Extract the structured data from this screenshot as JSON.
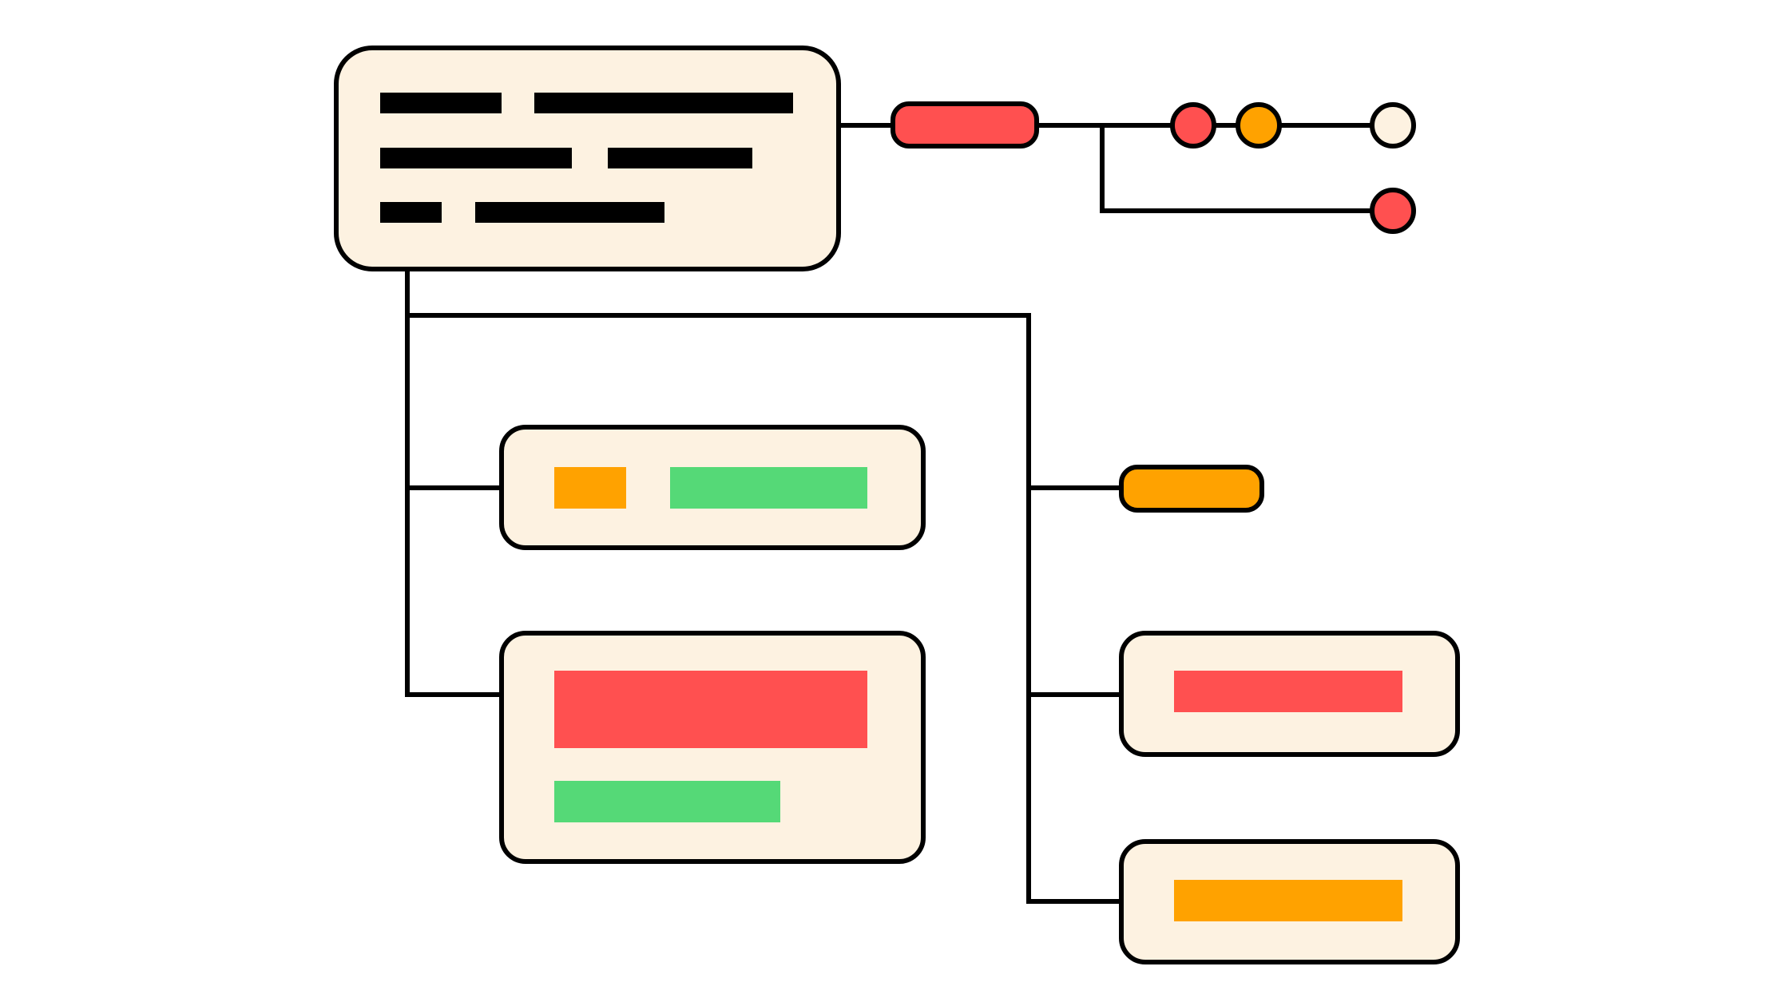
{
  "colors": {
    "outline": "#000000",
    "card_fill": "#FDF2E1",
    "red": "#FF5050",
    "orange": "#FFA200",
    "green": "#55D977",
    "placeholder_text": "#000000",
    "background": "#FFFFFF"
  },
  "diagram": {
    "description_text": "",
    "root_card": {
      "lines": [
        {
          "segments": [
            "placeholder",
            "placeholder"
          ]
        },
        {
          "segments": [
            "placeholder",
            "placeholder"
          ]
        },
        {
          "segments": [
            "placeholder",
            "placeholder"
          ]
        }
      ]
    },
    "side_chain": {
      "pill": {
        "color": "red"
      },
      "nodes_row1": [
        "red",
        "orange",
        "cream"
      ],
      "nodes_row2": [
        "red"
      ]
    },
    "left_branch": {
      "card1": {
        "bars": [
          "orange",
          "green"
        ]
      },
      "card2": {
        "bars": [
          "red",
          "green"
        ]
      }
    },
    "right_branch": {
      "pill": {
        "color": "orange"
      },
      "card1": {
        "bars": [
          "red"
        ]
      },
      "card2": {
        "bars": [
          "orange"
        ]
      }
    }
  }
}
